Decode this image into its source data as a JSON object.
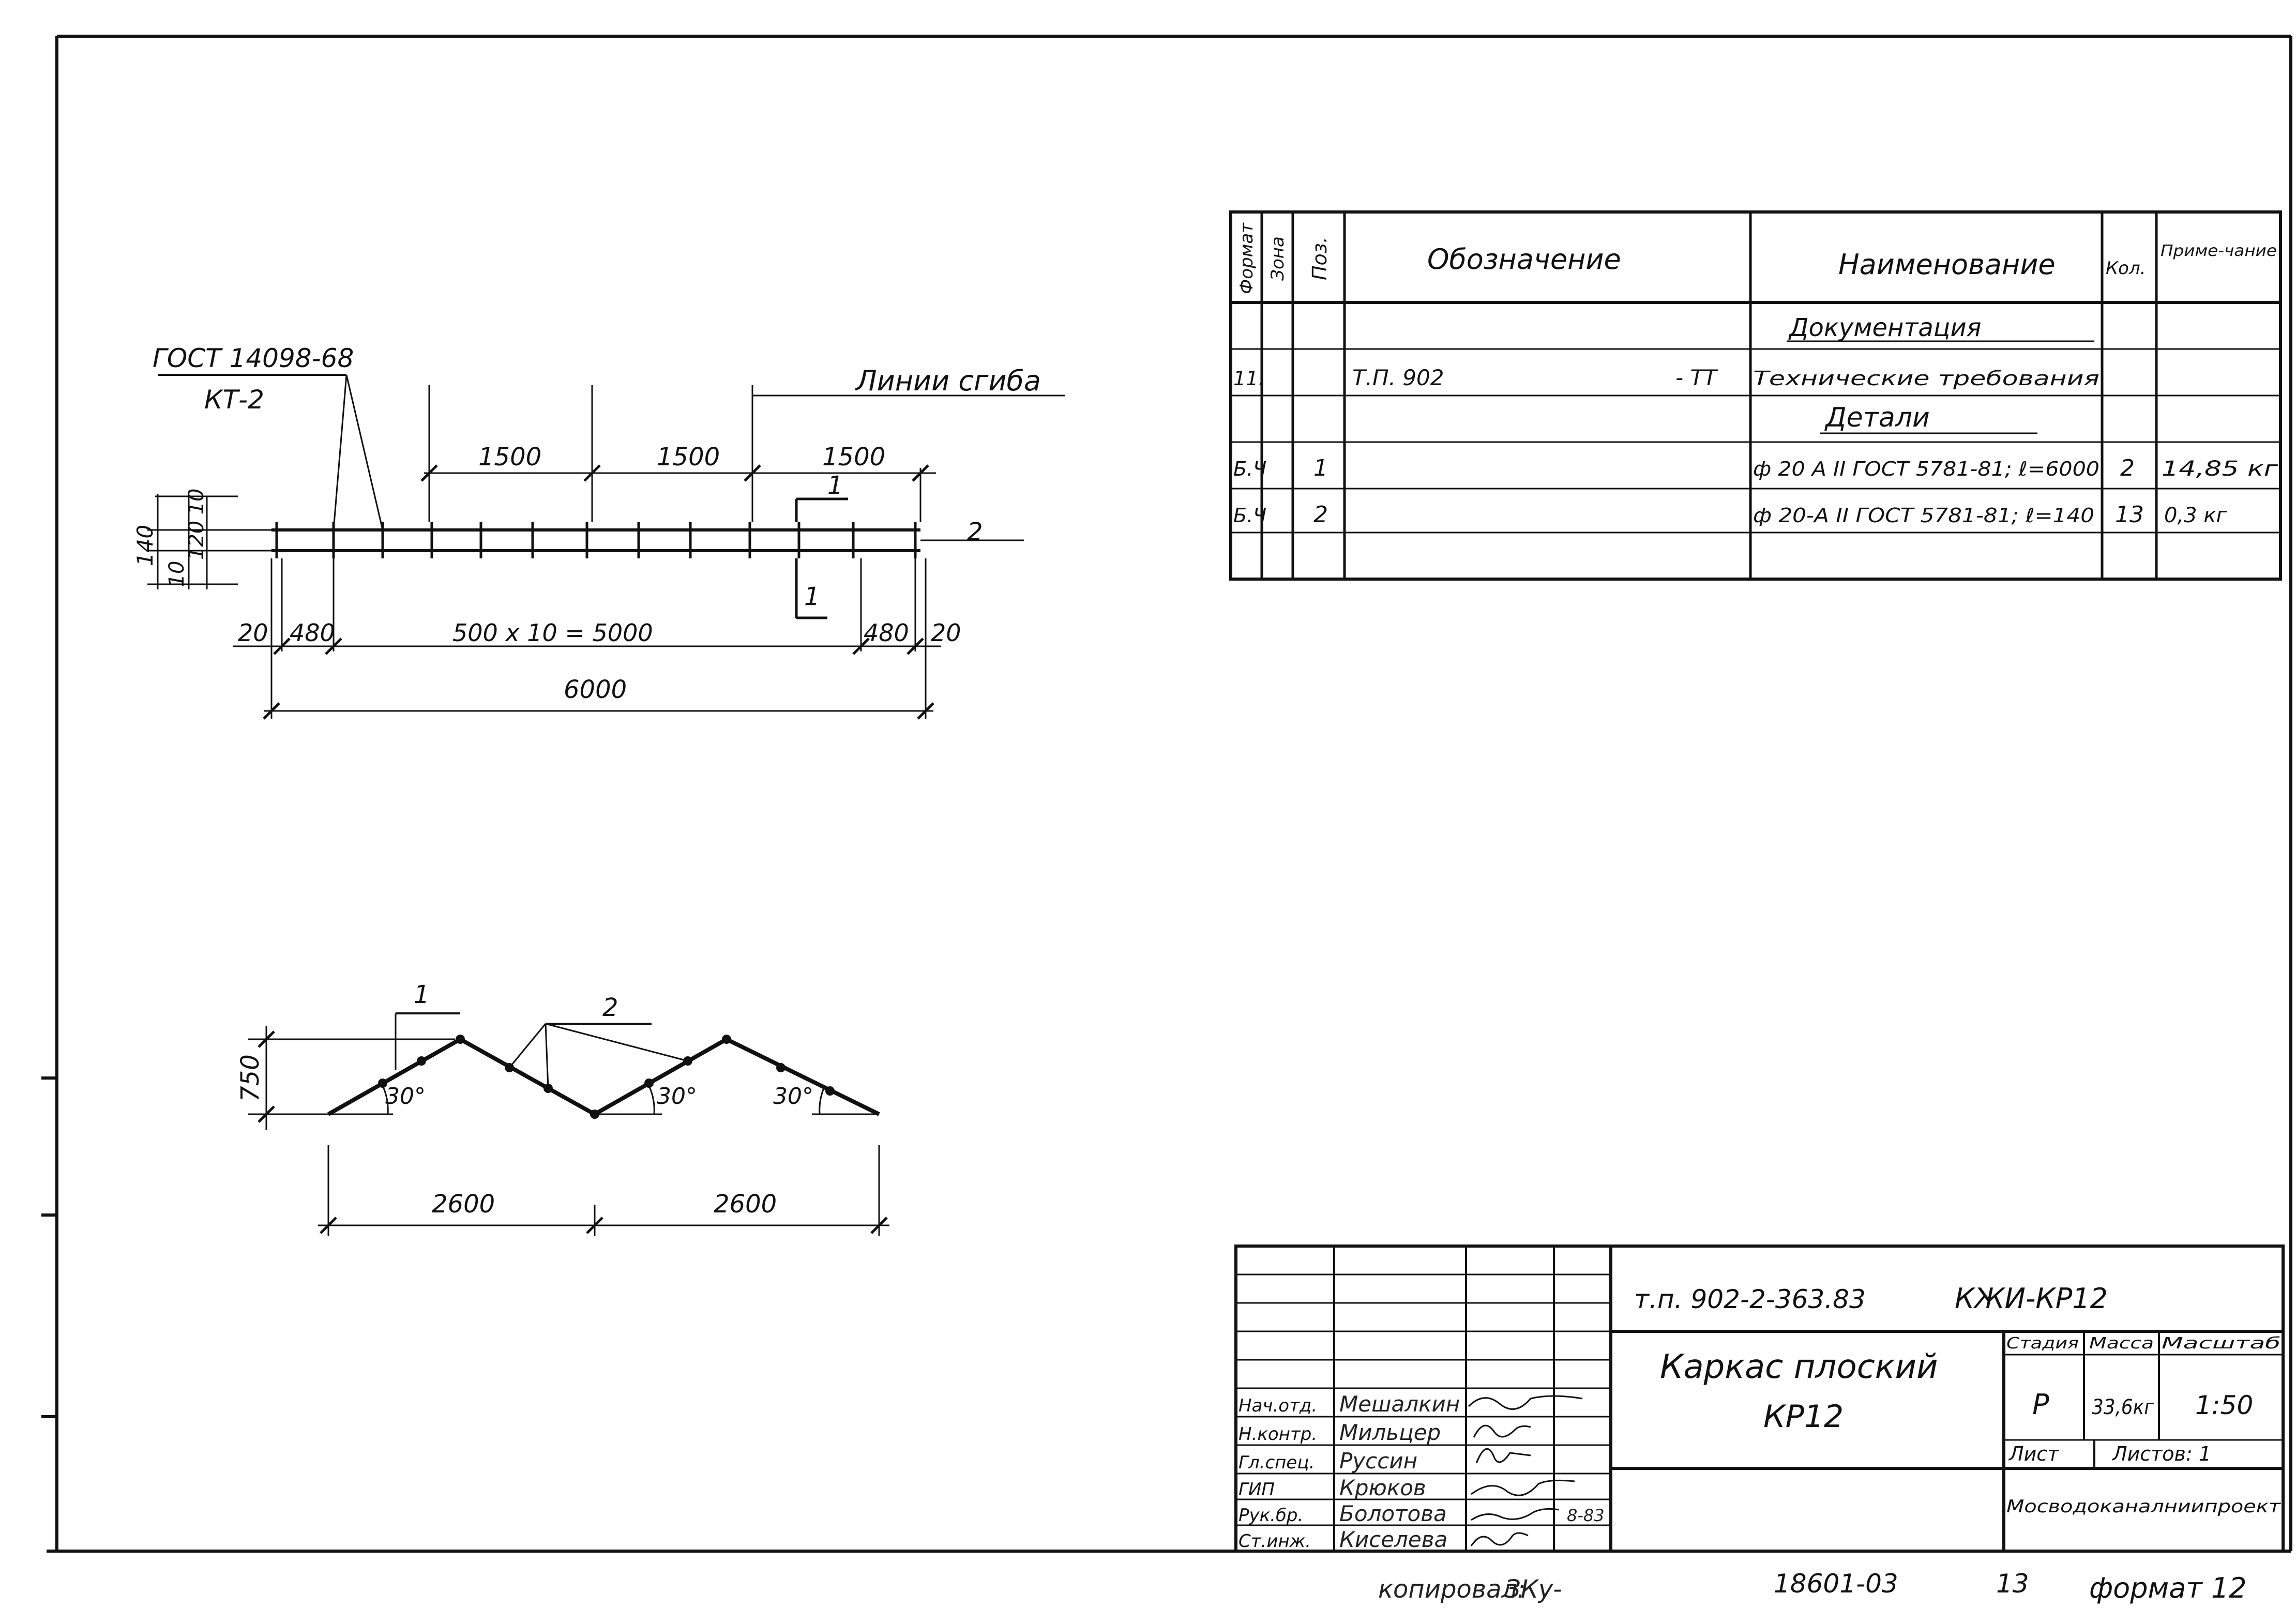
{
  "drawing": {
    "gost_ref": "ГОСТ 14098-68",
    "weld_type": "КТ-2",
    "bend_lines_label": "Линии сгиба",
    "dims_top": [
      "1500",
      "1500",
      "1500"
    ],
    "dims_bottom": {
      "edge_left": "20",
      "end_left": "480",
      "middle": "500 х 10 = 5000",
      "end_right": "480",
      "edge_right": "20",
      "total": "6000"
    },
    "dims_section": {
      "d10a": "10",
      "d120": "120",
      "d10b": "10",
      "d140": "140"
    },
    "position_labels": {
      "p1": "1",
      "p2": "2",
      "cut": "1",
      "cut2": "1"
    },
    "bent": {
      "height": "750",
      "angle1": "30°",
      "angle2": "30°",
      "angle3": "30°",
      "span1": "2600",
      "span2": "2600",
      "pos1": "1",
      "pos2": "2"
    }
  },
  "spec_table": {
    "headers": {
      "format": "Формат",
      "zone": "Зона",
      "pos": "Поз.",
      "designation": "Обозначение",
      "name": "Наименование",
      "qty": "Кол.",
      "note": "Приме-чание"
    },
    "section_doc": "Документация",
    "section_parts": "Детали",
    "rows": [
      {
        "format": "11.",
        "zone": "",
        "pos": "",
        "designation": "Т.П. 902",
        "designation_suffix": "- ТТ",
        "name": "Технические требования",
        "qty": "",
        "note": ""
      },
      {
        "format": "Б.Ч",
        "zone": "",
        "pos": "1",
        "designation": "",
        "designation_suffix": "",
        "name": "ф 20 А II ГОСТ 5781-81; ℓ=6000",
        "qty": "2",
        "note": "14,85 кг"
      },
      {
        "format": "Б.Ч",
        "zone": "",
        "pos": "2",
        "designation": "",
        "designation_suffix": "",
        "name": "ф 20-А II ГОСТ 5781-81; ℓ=140",
        "qty": "13",
        "note": "0,3 кг"
      }
    ]
  },
  "title_block": {
    "code": "т.п. 902-2-363.83",
    "mark": "КЖИ-КР12",
    "title_line1": "Каркас плоский",
    "title_line2": "КР12",
    "stage_label": "Стадия",
    "mass_label": "Масса",
    "scale_label": "Масштаб",
    "stage": "Р",
    "mass": "33,6кг",
    "scale": "1:50",
    "sheet_label": "Лист",
    "sheets_label": "Листов: 1",
    "org": "Мосводоканалниипроект",
    "staff": [
      {
        "role": "Нач.отд.",
        "name": "Мешалкин"
      },
      {
        "role": "Н.контр.",
        "name": "Мильцер"
      },
      {
        "role": "Гл.спец.",
        "name": "Руссин"
      },
      {
        "role": "ГИП",
        "name": "Крюков"
      },
      {
        "role": "Рук.бр.",
        "name": "Болотова"
      },
      {
        "role": "Ст.инж.",
        "name": "Киселева"
      }
    ],
    "sign_date": "8-83"
  },
  "footer": {
    "copied": "копировал:",
    "copied_sign": "ЗКу-",
    "archive": "18601-03",
    "sheet_no": "13",
    "format": "формат 12"
  }
}
